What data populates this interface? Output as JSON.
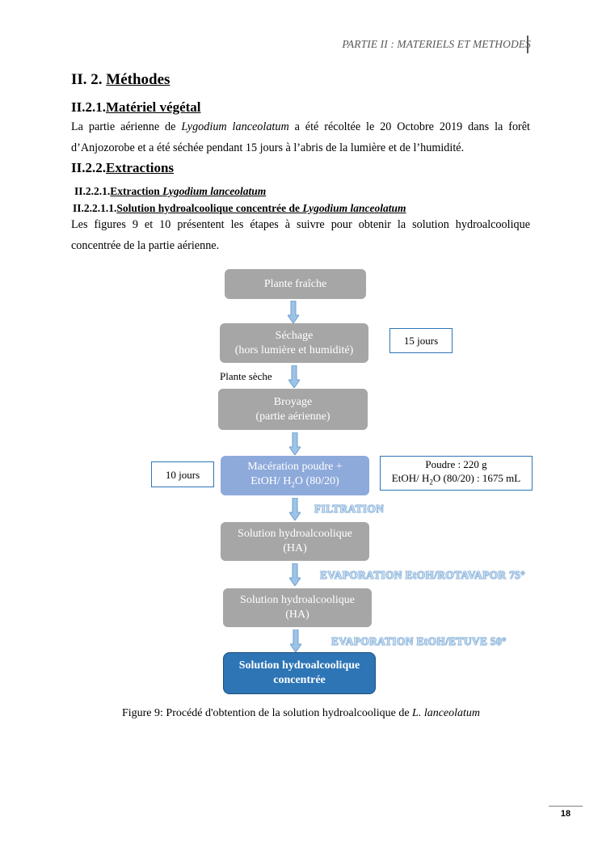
{
  "header": {
    "text": "PARTIE II : MATERIELS ET METHODES"
  },
  "section": {
    "number": "II. 2.",
    "title": "Méthodes"
  },
  "s221": {
    "number": "II.2.1.",
    "title": "Matériel végétal"
  },
  "para1": {
    "t1": "La partie aérienne de ",
    "species": "Lygodium lanceolatum",
    "t2": " a été récoltée le 20 Octobre 2019 dans la forêt d’Anjozorobe et a été séchée pendant 15 jours à l’abris de la lumière et de l’humidité."
  },
  "s222": {
    "number": "II.2.2.",
    "title": "Extractions"
  },
  "s2221": {
    "number": "II.2.2.1.",
    "title_a": "Extraction ",
    "title_species": "Lygodium lanceolatum"
  },
  "s22211": {
    "number": "II.2.2.1.1.",
    "title_a": "Solution hydroalcoolique concentrée de ",
    "title_species": "Lygodium lanceolatum"
  },
  "para2": {
    "text": "Les figures 9 et 10 présentent les étapes à suivre pour obtenir la solution hydroalcoolique concentrée de la partie aérienne."
  },
  "flow": {
    "step1": "Plante fraîche",
    "step2_l1": "Séchage",
    "step2_l2": "(hors lumière et humidité)",
    "note_15": "15 jours",
    "label_plante_seche": "Plante sèche",
    "step3_l1": "Broyage",
    "step3_l2": "(partie aérienne)",
    "note_10": "10 jours",
    "step4_l1": "Macération poudre +",
    "step4_l2a": "EtOH/ H",
    "step4_sub": "2",
    "step4_l2b": "O (80/20)",
    "note_poudre_l1": "Poudre : 220 g",
    "note_poudre_l2a": "EtOH/ H",
    "note_poudre_sub": "2",
    "note_poudre_l2b": "O (80/20) : 1675 mL",
    "label_filtration": "FILTRATION",
    "step5_l1": "Solution hydroalcoolique",
    "step5_l2": "(HA)",
    "label_evap1": "EVAPORATION EtOH/ROTAVAPOR 75°",
    "step6_l1": "Solution hydroalcoolique",
    "step6_l2": "(HA)",
    "label_evap2": "EVAPORATION EtOH/ETUVE 50°",
    "step7_l1": "Solution hydroalcoolique",
    "step7_l2": "concentrée"
  },
  "caption": {
    "text": "Figure 9: Procédé d'obtention de la solution hydroalcoolique de ",
    "species": "L. lanceolatum"
  },
  "page_number": "18",
  "colors": {
    "grey_box": "#a6a6a6",
    "light_blue_box": "#8eaadb",
    "dark_blue_box": "#2e75b6",
    "arrow": "#9dc3e6"
  }
}
